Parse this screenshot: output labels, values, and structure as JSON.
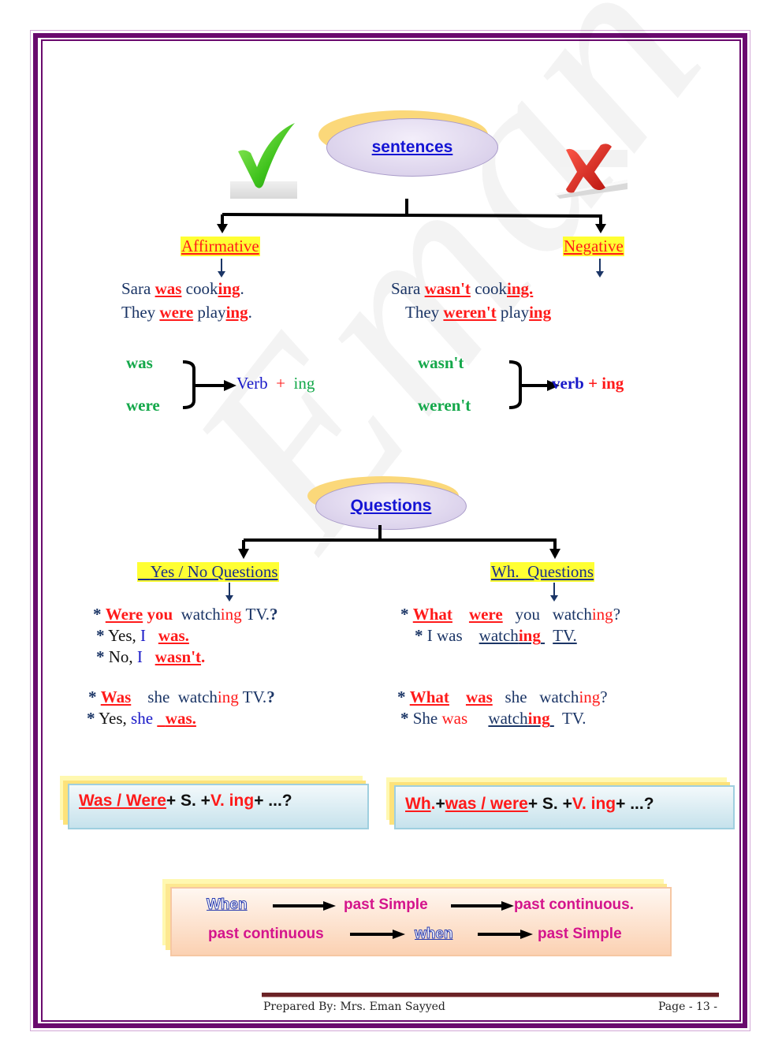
{
  "watermark": "Eman",
  "top": {
    "title": "sentences",
    "affirmative": {
      "label": "Affirmative",
      "sentences": [
        {
          "subject": "Sara ",
          "aux": "was",
          "verb": " cook",
          "ing": "ing",
          "end": "."
        },
        {
          "subject": "They ",
          "aux": "were",
          "verb": " play",
          "ing": "ing",
          "end": "."
        }
      ],
      "rule": {
        "aux1": "was",
        "aux2": "were",
        "verb": "Verb",
        "plus": "+",
        "ing": "ing"
      }
    },
    "negative": {
      "label": "Negative",
      "sentences": [
        {
          "subject": "Sara ",
          "aux": "wasn't",
          "verb": " cook",
          "ing": "ing."
        },
        {
          "subject": "They ",
          "aux": "weren't",
          "verb": " play",
          "ing": "ing"
        }
      ],
      "rule": {
        "aux1": "wasn't",
        "aux2": "weren't",
        "verb": "verb",
        "plus": "+",
        "ing": "ing"
      }
    },
    "icons": {
      "affirmative": "green-check-icon",
      "negative": "red-x-icon"
    }
  },
  "questions": {
    "title": "Questions",
    "yes_no": {
      "label": "Yes / No Questions",
      "q1": {
        "star": "*",
        "aux": "Were",
        "subj": "you",
        "verb": "watch",
        "ing": "ing",
        "obj": " TV.",
        "q": "?"
      },
      "a1": {
        "star": "*",
        "yes": "Yes,",
        "pron": "I",
        "aux": "was."
      },
      "a2": {
        "star": "*",
        "no": "No,",
        "pron": "I",
        "aux": "wasn't",
        "dot": "."
      },
      "q2": {
        "star": "*",
        "aux": "Was",
        "subj": "she",
        "verb": "watch",
        "ing": "ing",
        "obj": " TV.",
        "q": "?"
      },
      "a3": {
        "star": "*",
        "yes": "Yes,",
        "pron": "she",
        "aux": "was."
      }
    },
    "wh": {
      "label": "Wh.  Questions",
      "q1": {
        "star": "*",
        "wh": "What",
        "aux": "were",
        "subj": "you",
        "verb": "watch",
        "ing": "ing",
        "q": "?"
      },
      "a1": {
        "star": "*",
        "text": "I was",
        "verb": "watch",
        "ing": "ing",
        "obj": "TV."
      },
      "q2": {
        "star": "*",
        "wh": "What",
        "aux": "was",
        "subj": "she",
        "verb": "watch",
        "ing": "ing",
        "q": "?"
      },
      "a2": {
        "star": "*",
        "subj": "She",
        "aux": "was",
        "verb": "watch",
        "ing": "ing",
        "obj": "TV."
      }
    }
  },
  "formulas": {
    "yes_no": {
      "aux": "Was / Were ",
      "p1": "+ S. + ",
      "v": "V. ing",
      "p2": " + ...?"
    },
    "wh": {
      "wh": "Wh",
      "dot": ".",
      "p0": " + ",
      "aux": "was / were ",
      "p1": "+ S. + ",
      "v": "V. ing",
      "p2": " + ...?"
    }
  },
  "when_box": {
    "row1": {
      "w": "When",
      "a": "past Simple",
      "b": "past continuous."
    },
    "row2": {
      "a": "past continuous",
      "w": "when",
      "b": "past Simple"
    }
  },
  "footer": {
    "prepared": "Prepared By: Mrs. Eman Sayyed",
    "page": "Page - 13 -"
  },
  "colors": {
    "border": "#6a0a6e",
    "red": "#ff1a1a",
    "green": "#14a84a",
    "navy": "#1b3566",
    "magenta": "#d4148c",
    "highlight": "#ffff33"
  }
}
